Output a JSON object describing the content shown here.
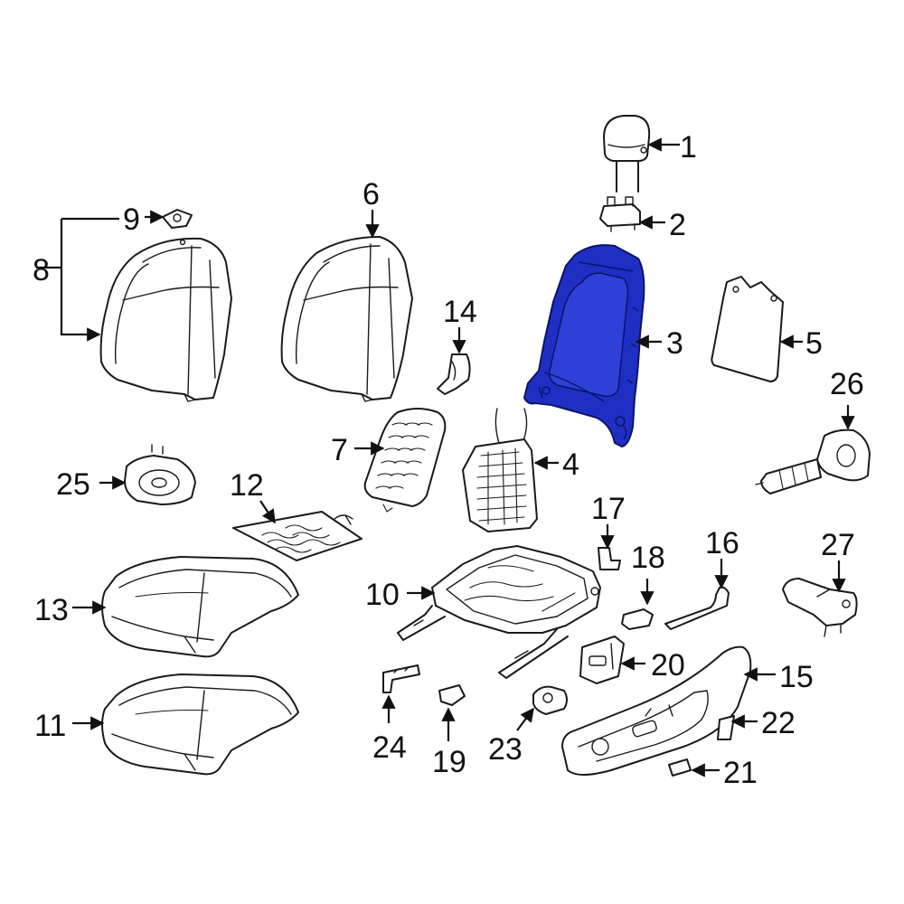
{
  "diagram": {
    "highlight_color": "#1f2fc4",
    "highlighted_part": "3",
    "callouts": [
      {
        "id": "1",
        "label": "1"
      },
      {
        "id": "2",
        "label": "2"
      },
      {
        "id": "3",
        "label": "3"
      },
      {
        "id": "4",
        "label": "4"
      },
      {
        "id": "5",
        "label": "5"
      },
      {
        "id": "6",
        "label": "6"
      },
      {
        "id": "7",
        "label": "7"
      },
      {
        "id": "8",
        "label": "8"
      },
      {
        "id": "9",
        "label": "9"
      },
      {
        "id": "10",
        "label": "10"
      },
      {
        "id": "11",
        "label": "11"
      },
      {
        "id": "12",
        "label": "12"
      },
      {
        "id": "13",
        "label": "13"
      },
      {
        "id": "14",
        "label": "14"
      },
      {
        "id": "15",
        "label": "15"
      },
      {
        "id": "16",
        "label": "16"
      },
      {
        "id": "17",
        "label": "17"
      },
      {
        "id": "18",
        "label": "18"
      },
      {
        "id": "19",
        "label": "19"
      },
      {
        "id": "20",
        "label": "20"
      },
      {
        "id": "21",
        "label": "21"
      },
      {
        "id": "22",
        "label": "22"
      },
      {
        "id": "23",
        "label": "23"
      },
      {
        "id": "24",
        "label": "24"
      },
      {
        "id": "25",
        "label": "25"
      },
      {
        "id": "26",
        "label": "26"
      },
      {
        "id": "27",
        "label": "27"
      }
    ]
  }
}
